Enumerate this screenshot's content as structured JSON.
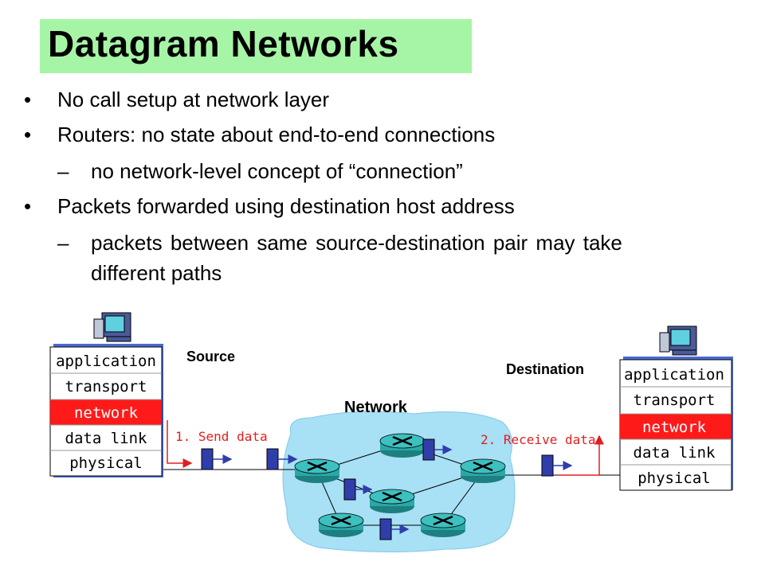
{
  "title": "Datagram Networks",
  "bullets": [
    {
      "text": "No call setup at network layer"
    },
    {
      "text": "Routers: no state about end-to-end connections"
    },
    {
      "text": "no network-level concept of “connection”"
    },
    {
      "text": "Packets forwarded using destination host address"
    },
    {
      "text": "packets between same source-destination pair may take"
    },
    {
      "text": "different paths"
    }
  ],
  "bullet_marker": "•",
  "dash_marker": "–",
  "diagram": {
    "source_label": "Source",
    "destination_label": "Destination",
    "network_label": "Network",
    "send_label": "1. Send data",
    "receive_label": "2. Receive data",
    "stack_layers": [
      "application",
      "transport",
      "network",
      "data link",
      "physical"
    ],
    "highlight_layer": "network",
    "colors": {
      "highlight": "#ff1a1a",
      "cloud": "#a8e0f5",
      "router": "#2aa7a7",
      "packet": "#2f3eaa",
      "arrow": "#2f3eaa",
      "path": "#e02020",
      "title_bg": "#a6f5a6"
    },
    "icons": [
      "computer-icon",
      "router-icon",
      "packet-icon"
    ]
  }
}
